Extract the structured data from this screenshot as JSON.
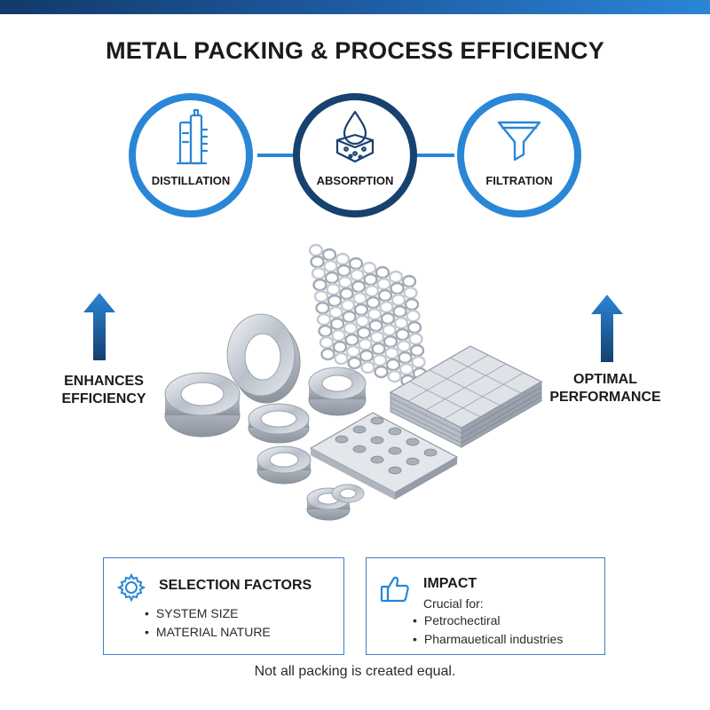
{
  "title": "METAL PACKING & PROCESS EFFICIENCY",
  "processes": [
    {
      "label": "DISTILLATION",
      "icon": "distillation-column-icon"
    },
    {
      "label": "ABSORPTION",
      "icon": "droplet-absorption-icon"
    },
    {
      "label": "FILTRATION",
      "icon": "funnel-icon"
    }
  ],
  "left_callout": {
    "line1": "ENHANCES",
    "line2": "EFFICIENCY"
  },
  "right_callout": {
    "line1": "OPTIMAL",
    "line2": "PERFORMANCE"
  },
  "selection_factors": {
    "title": "SELECTION FACTORS",
    "items": [
      "SYSTEM SIZE",
      "MATERIAL NATURE"
    ]
  },
  "impact": {
    "title": "IMPACT",
    "subtitle": "Crucial for:",
    "items": [
      "Petrochectiral",
      "Pharmaueticall industries"
    ]
  },
  "footer": "Not all packing is created equal.",
  "colors": {
    "accent": "#2a86d6",
    "dark_accent": "#17426f",
    "border": "#3d7fc6"
  }
}
